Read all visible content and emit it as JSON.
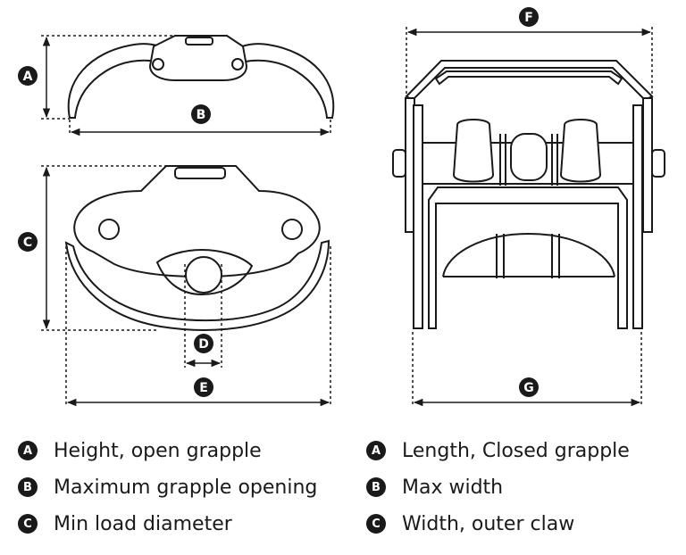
{
  "markers": {
    "top_view_height": "A",
    "top_view_opening": "B",
    "side_view_height": "C",
    "load_diameter": "D",
    "side_view_width": "E",
    "front_view_top_width": "F",
    "front_view_bottom_width": "G"
  },
  "legend": {
    "left": [
      {
        "letter": "A",
        "text": "Height, open grapple"
      },
      {
        "letter": "B",
        "text": "Maximum grapple opening"
      },
      {
        "letter": "C",
        "text": "Min load diameter"
      }
    ],
    "right": [
      {
        "letter": "A",
        "text": "Length, Closed grapple"
      },
      {
        "letter": "B",
        "text": "Max width"
      },
      {
        "letter": "C",
        "text": "Width, outer claw"
      }
    ]
  }
}
